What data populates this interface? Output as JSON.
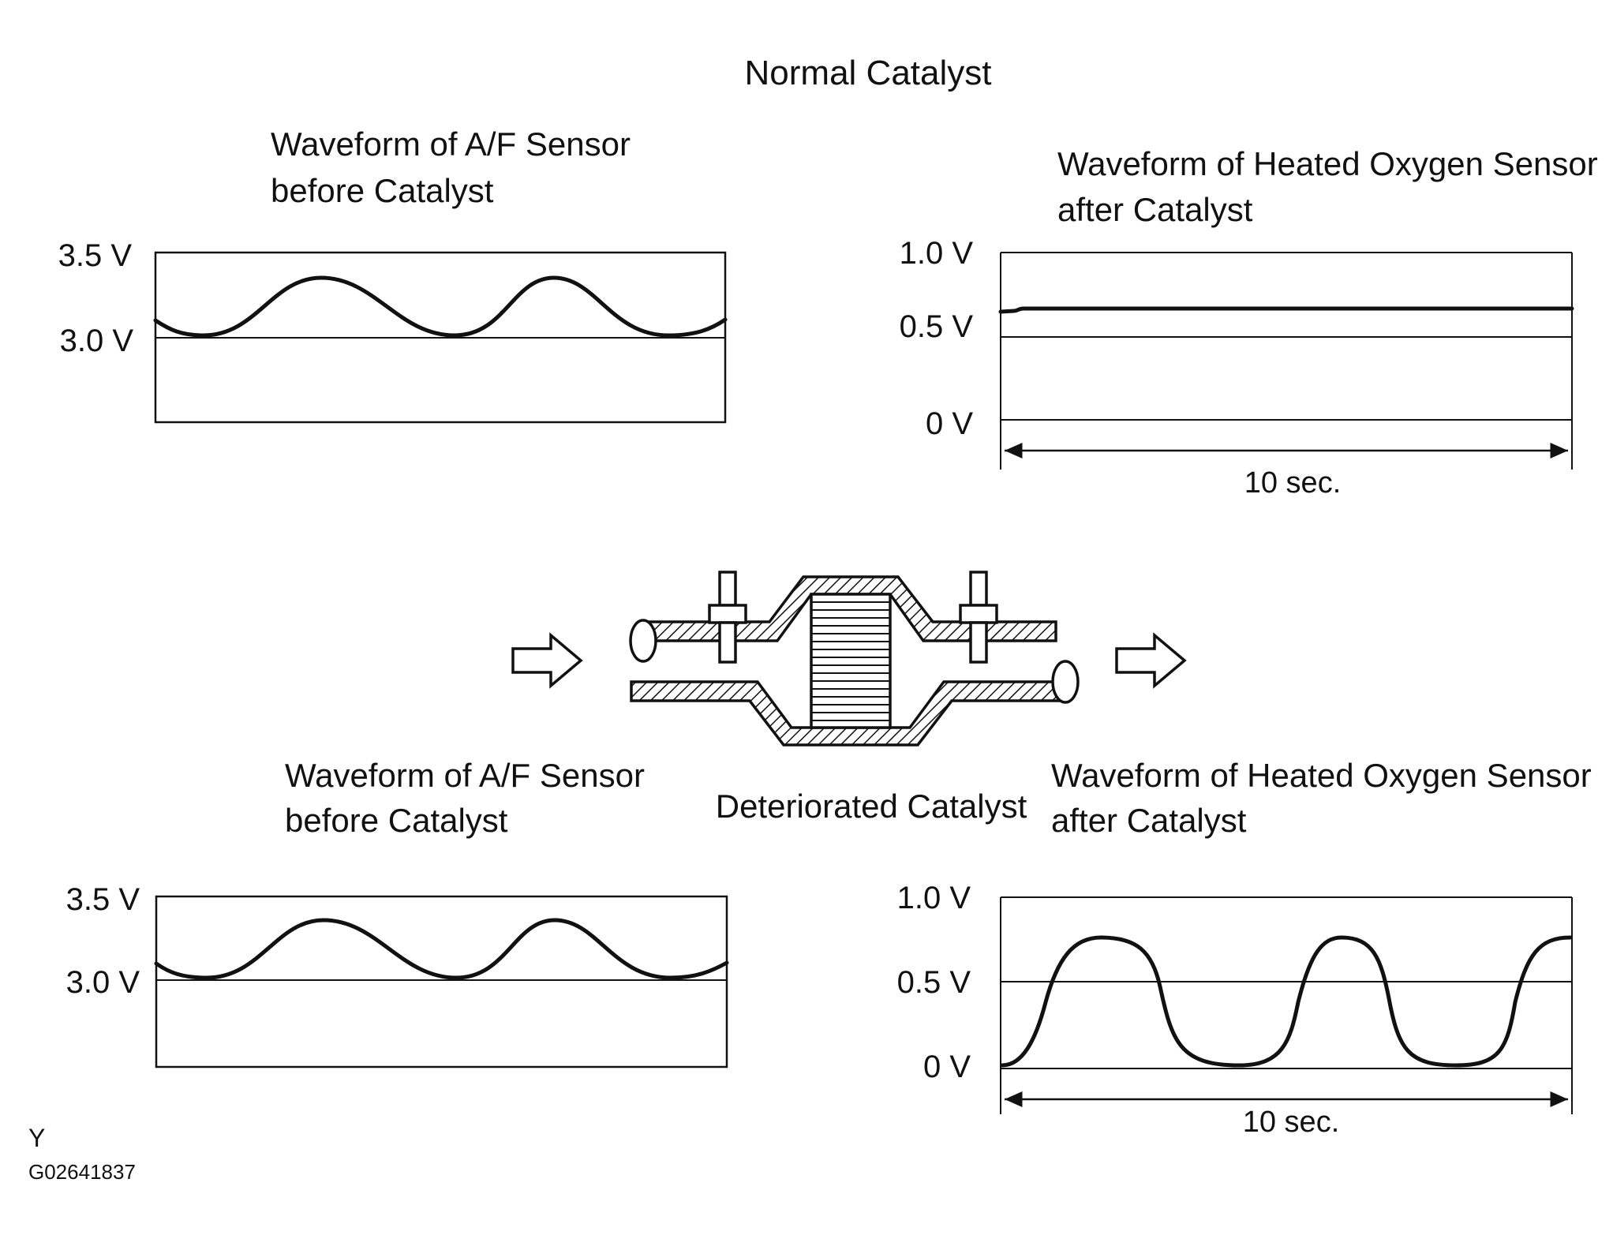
{
  "title": "Normal Catalyst",
  "deteriorated_label": "Deteriorated Catalyst",
  "footer": {
    "letter": "Y",
    "code": "G02641837"
  },
  "normal": {
    "af": {
      "caption_line1": "Waveform of A/F Sensor",
      "caption_line2": "before Catalyst",
      "tick_top": "3.5 V",
      "tick_mid": "3.0 V"
    },
    "ho2": {
      "caption_line1": "Waveform of Heated Oxygen Sensor",
      "caption_line2": "after Catalyst",
      "tick_top": "1.0 V",
      "tick_mid": "0.5 V",
      "tick_bottom": "0 V",
      "duration": "10 sec."
    }
  },
  "deteriorated": {
    "af": {
      "caption_line1": "Waveform of A/F Sensor",
      "caption_line2": "before Catalyst",
      "tick_top": "3.5 V",
      "tick_mid": "3.0 V"
    },
    "ho2": {
      "caption_line1": "Waveform of Heated Oxygen Sensor",
      "caption_line2": "after Catalyst",
      "tick_top": "1.0 V",
      "tick_mid": "0.5 V",
      "tick_bottom": "0 V",
      "duration": "10 sec."
    }
  },
  "colors": {
    "ink": "#111111",
    "background": "#ffffff"
  }
}
